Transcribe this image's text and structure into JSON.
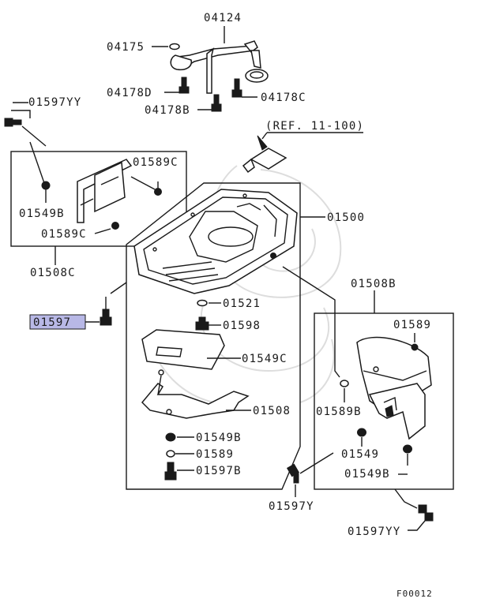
{
  "diagram": {
    "ref_label": "(REF. 11-100)",
    "figure_code": "F00012",
    "highlight_color": "#b8b8e6",
    "labels": {
      "p04124": "04124",
      "p04175": "04175",
      "p04178D": "04178D",
      "p04178B": "04178B",
      "p04178C": "04178C",
      "p01597YY_top": "01597YY",
      "p01589C_top": "01589C",
      "p01549B_left": "01549B",
      "p01589C_left": "01589C",
      "p01508C": "01508C",
      "p01500": "01500",
      "p01597_hl": "01597",
      "p01521": "01521",
      "p01598": "01598",
      "p01549C": "01549C",
      "p01508": "01508",
      "p01549B_mid": "01549B",
      "p01589_mid": "01589",
      "p01597B": "01597B",
      "p01508B": "01508B",
      "p01589_right": "01589",
      "p01589B": "01589B",
      "p01549": "01549",
      "p01549B_right": "01549B",
      "p01597Y": "01597Y",
      "p01597YY_bottom": "01597YY"
    }
  }
}
